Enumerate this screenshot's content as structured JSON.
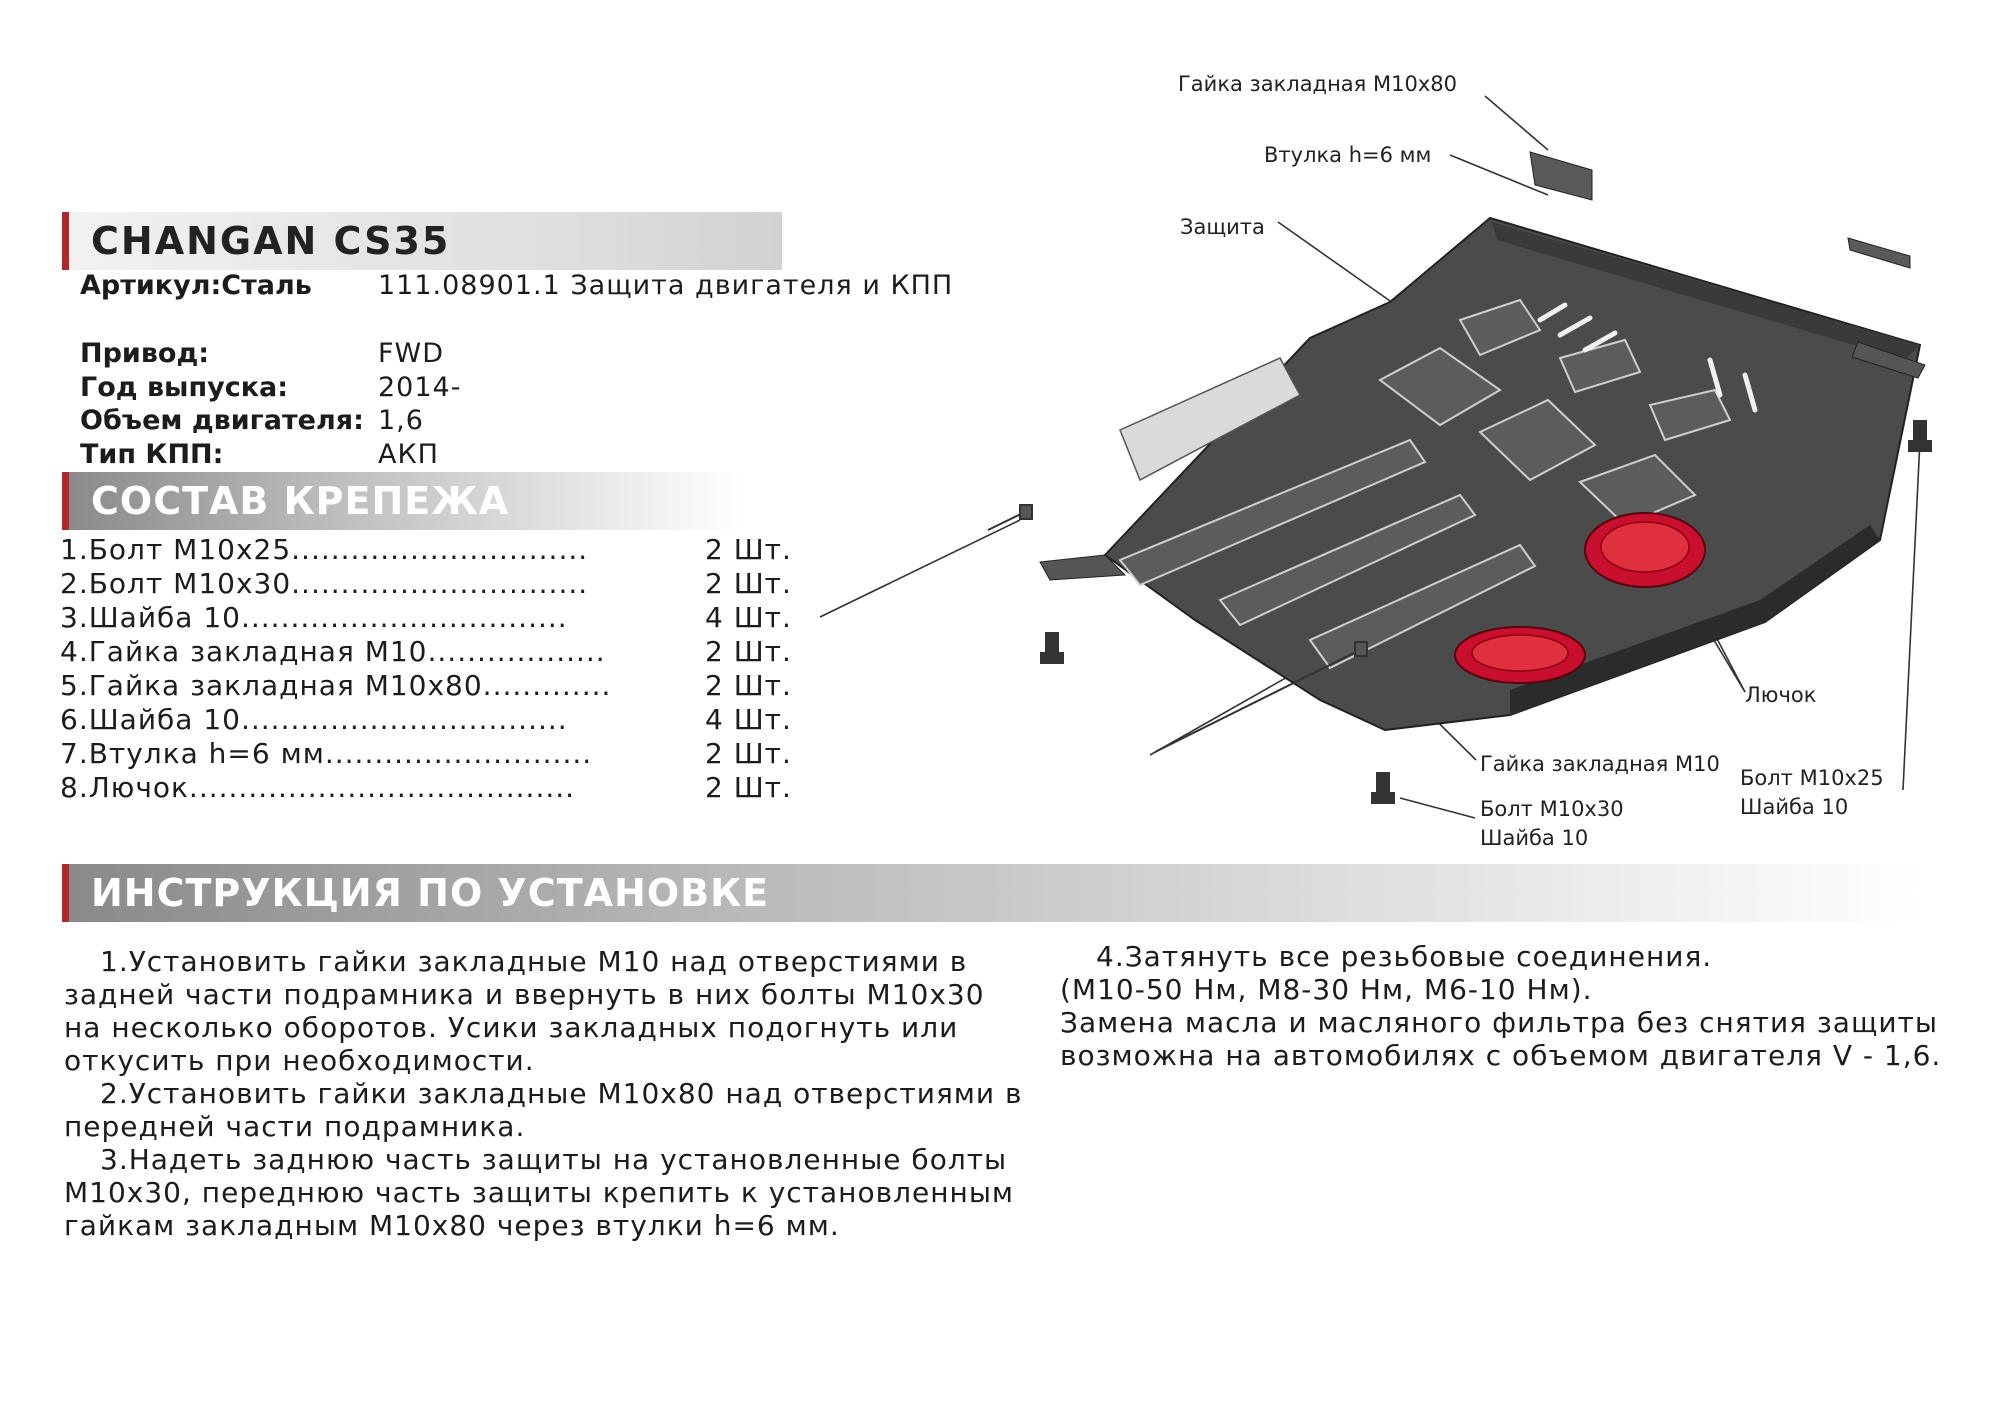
{
  "header": {
    "model": "CHANGAN CS35",
    "article_label": "Артикул:Сталь",
    "article_value": "111.08901.1 Защита двигателя и КПП"
  },
  "specs": [
    {
      "label": "Привод:",
      "value": "FWD"
    },
    {
      "label": "Год выпуска:",
      "value": "2014-"
    },
    {
      "label": "Объем двигателя:",
      "value": "1,6"
    },
    {
      "label": "Тип КПП:",
      "value": "АКП"
    }
  ],
  "kit": {
    "title": "СОСТАВ КРЕПЕЖА",
    "items": [
      {
        "name": "1.Болт М10х25..............................",
        "qty": "2 Шт."
      },
      {
        "name": "2.Болт М10х30..............................",
        "qty": "2 Шт."
      },
      {
        "name": "3.Шайба 10.................................",
        "qty": "4 Шт."
      },
      {
        "name": "4.Гайка закладная М10..................",
        "qty": "2 Шт."
      },
      {
        "name": "5.Гайка закладная М10х80.............",
        "qty": "2 Шт."
      },
      {
        "name": "6.Шайба 10.................................",
        "qty": "4 Шт."
      },
      {
        "name": "7.Втулка h=6 мм...........................",
        "qty": "2 Шт."
      },
      {
        "name": "8.Лючок.......................................",
        "qty": "2 Шт."
      }
    ]
  },
  "diagram": {
    "callouts": {
      "nut_m10x80": "Гайка закладная М10х80",
      "bushing": "Втулка h=6 мм",
      "guard": "Защита",
      "hatch": "Лючок",
      "nut_m10": "Гайка закладная М10",
      "bolt_m10x25": "Болт М10х25",
      "washer_right": "Шайба 10",
      "bolt_m10x30": "Болт М10х30",
      "washer_bottom": "Шайба 10"
    },
    "colors": {
      "part": "#4b4b4b",
      "hatch": "#c8102e",
      "line": "#333333"
    }
  },
  "instructions": {
    "title": "ИНСТРУКЦИЯ ПО УСТАНОВКЕ",
    "left": [
      "1.Установить гайки закладные М10 над отверстиями в задней части подрамника и ввернуть в них болты М10х30 на несколько оборотов. Усики закладных подогнуть или откусить при необходимости.",
      "2.Установить гайки закладные М10х80 над отверстиями в передней части подрамника.",
      "3.Надеть заднюю часть защиты на установленные болты М10х30, переднюю часть защиты крепить к установленным гайкам закладным М10х80 через втулки h=6 мм."
    ],
    "right": [
      "4.Затянуть все резьбовые соединения.",
      "(М10-50 Нм, М8-30 Нм, М6-10 Нм).",
      "Замена масла и масляного фильтра без снятия защиты возможна на автомобилях с объемом двигателя V - 1,6."
    ]
  }
}
